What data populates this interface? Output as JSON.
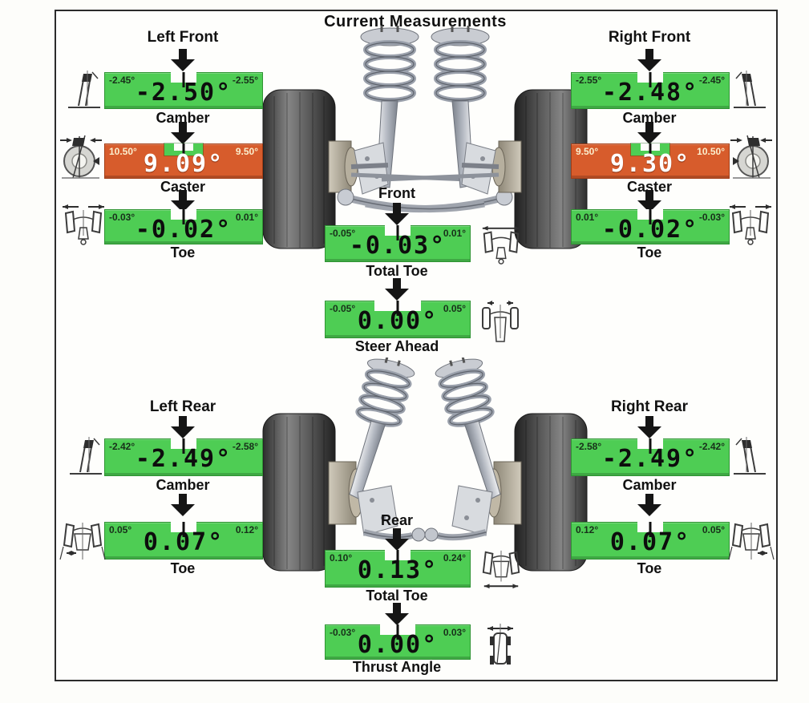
{
  "title": "Current Measurements",
  "headers": {
    "left_front": "Left Front",
    "right_front": "Right Front",
    "left_rear": "Left Rear",
    "right_rear": "Right Rear",
    "front": "Front",
    "rear": "Rear"
  },
  "colors": {
    "in_spec": "#4ecd54",
    "out_of_spec": "#d75c2c"
  },
  "gauges": {
    "lf_camber": {
      "left_limit": "-2.45°",
      "right_limit": "-2.55°",
      "value": "-2.50°",
      "label": "Camber",
      "status": "in_spec"
    },
    "lf_caster": {
      "left_limit": "10.50°",
      "right_limit": "9.50°",
      "value": "9.09°",
      "label": "Caster",
      "status": "out_of_spec"
    },
    "lf_toe": {
      "left_limit": "-0.03°",
      "right_limit": "0.01°",
      "value": "-0.02°",
      "label": "Toe",
      "status": "in_spec"
    },
    "rf_camber": {
      "left_limit": "-2.55°",
      "right_limit": "-2.45°",
      "value": "-2.48°",
      "label": "Camber",
      "status": "in_spec"
    },
    "rf_caster": {
      "left_limit": "9.50°",
      "right_limit": "10.50°",
      "value": "9.30°",
      "label": "Caster",
      "status": "out_of_spec"
    },
    "rf_toe": {
      "left_limit": "0.01°",
      "right_limit": "-0.03°",
      "value": "-0.02°",
      "label": "Toe",
      "status": "in_spec"
    },
    "front_total_toe": {
      "left_limit": "-0.05°",
      "right_limit": "0.01°",
      "value": "-0.03°",
      "label": "Total Toe",
      "status": "in_spec"
    },
    "steer_ahead": {
      "left_limit": "-0.05°",
      "right_limit": "0.05°",
      "value": "0.00°",
      "label": "Steer Ahead",
      "status": "in_spec"
    },
    "lr_camber": {
      "left_limit": "-2.42°",
      "right_limit": "-2.58°",
      "value": "-2.49°",
      "label": "Camber",
      "status": "in_spec"
    },
    "lr_toe": {
      "left_limit": "0.05°",
      "right_limit": "0.12°",
      "value": "0.07°",
      "label": "Toe",
      "status": "in_spec"
    },
    "rr_camber": {
      "left_limit": "-2.58°",
      "right_limit": "-2.42°",
      "value": "-2.49°",
      "label": "Camber",
      "status": "in_spec"
    },
    "rr_toe": {
      "left_limit": "0.12°",
      "right_limit": "0.05°",
      "value": "0.07°",
      "label": "Toe",
      "status": "in_spec"
    },
    "rear_total_toe": {
      "left_limit": "0.10°",
      "right_limit": "0.24°",
      "value": "0.13°",
      "label": "Total Toe",
      "status": "in_spec"
    },
    "thrust_angle": {
      "left_limit": "-0.03°",
      "right_limit": "0.03°",
      "value": "0.00°",
      "label": "Thrust Angle",
      "status": "in_spec"
    }
  },
  "icons": {
    "camber": "wheel-tilt-side-diagram",
    "caster": "wheel-pivot-side-diagram",
    "toe_front": "vehicle-top-front-toe-diagram",
    "toe_rear": "vehicle-top-rear-toe-diagram",
    "total_toe": "vehicle-top-total-toe-diagram",
    "steer_ahead": "vehicle-top-steer-ahead-diagram",
    "thrust_angle": "vehicle-top-thrust-angle-diagram"
  }
}
